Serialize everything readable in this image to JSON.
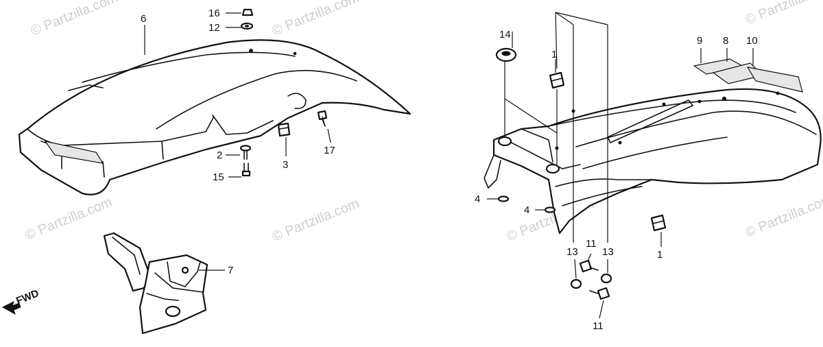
{
  "watermark": "© Partzilla.com",
  "fwd_label": "FWD",
  "callouts": {
    "c1a": "1",
    "c1b": "1",
    "c2": "2",
    "c3": "3",
    "c4a": "4",
    "c4b": "4",
    "c6": "6",
    "c7": "7",
    "c8": "8",
    "c9": "9",
    "c10": "10",
    "c11a": "11",
    "c11b": "11",
    "c12": "12",
    "c13a": "13",
    "c13b": "13",
    "c14": "14",
    "c15": "15",
    "c16": "16",
    "c17": "17"
  }
}
